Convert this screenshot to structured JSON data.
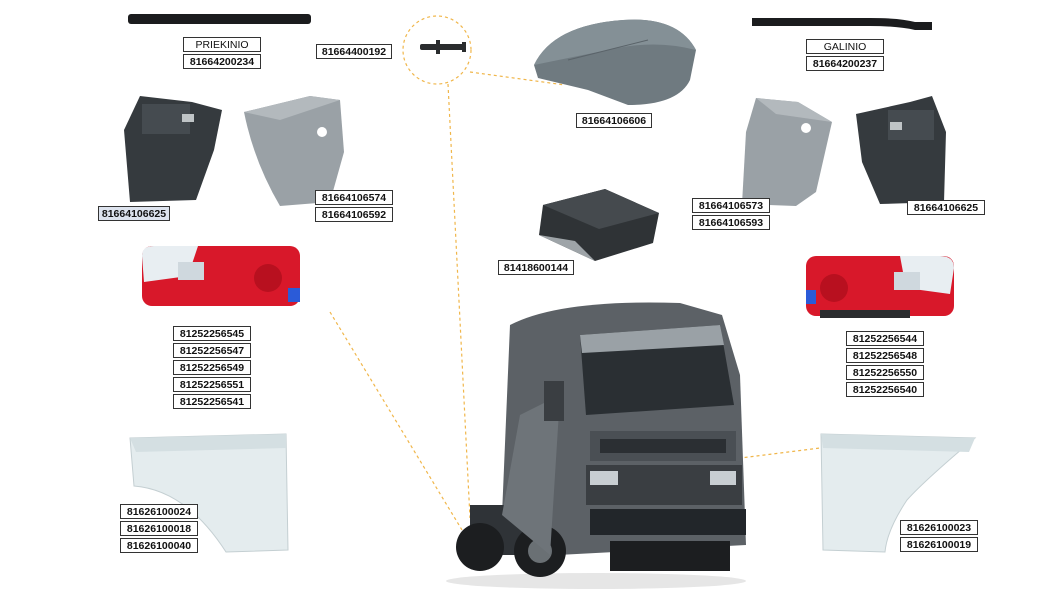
{
  "labels": {
    "priekinio": "PRIEKINIO",
    "galinio": "GALINIO",
    "hose_left": "81664200234",
    "hose_right": "81664200237",
    "pin": "81664400192",
    "roof_panel": "81664106606",
    "battery_cover": "81418600144",
    "mudflap_left_single": "81664106625",
    "mudflap_left_pair": [
      "81664106574",
      "81664106592"
    ],
    "mudflap_right_pair": [
      "81664106573",
      "81664106593"
    ],
    "mudflap_right_single": "81664106625",
    "lamp_left": [
      "81252256545",
      "81252256547",
      "81252256549",
      "81252256551",
      "81252256541"
    ],
    "lamp_right": [
      "81252256544",
      "81252256548",
      "81252256550",
      "81252256540"
    ],
    "fender_left": [
      "81626100024",
      "81626100018",
      "81626100040"
    ],
    "fender_right": [
      "81626100023",
      "81626100019"
    ]
  },
  "colors": {
    "leader_line": "#f0b64a",
    "plastic_dark": "#3b4044",
    "plastic_grey": "#9aa1a6",
    "lamp_red": "#e0182a",
    "fender": "#e4ecee",
    "truck_body": "#5c6166"
  },
  "icons": [
    "hose-icon",
    "pin-icon",
    "roof-panel-icon",
    "battery-cover-icon",
    "mudflap-icon",
    "tail-lamp-icon",
    "fender-icon",
    "truck-icon"
  ]
}
